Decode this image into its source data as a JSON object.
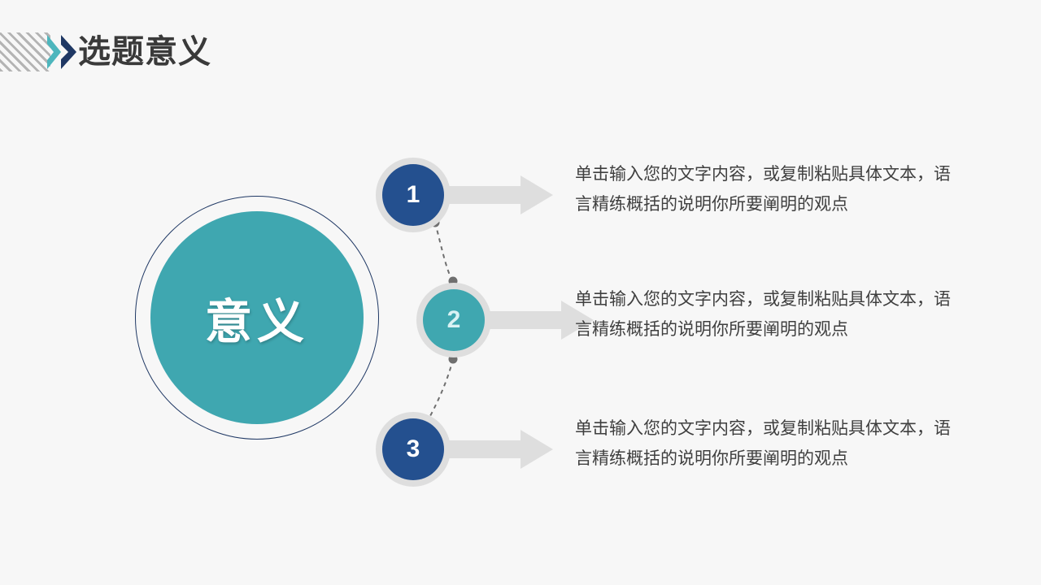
{
  "slide": {
    "background_color": "#f7f7f7",
    "header": {
      "title": "选题意义",
      "title_color": "#3a3a3a",
      "hatch_icon": "diagonal-hatch-stripes",
      "chevron_teal_color": "#4db6bd",
      "chevron_navy_color": "#1f3864"
    },
    "hero": {
      "label": "意义",
      "fill_color": "#3fa7b0",
      "ring_color": "#1f3864",
      "text_color": "#ffffff"
    },
    "rows": [
      {
        "number": "1",
        "badge_color": "#24508f",
        "badge_number_color": "#ffffff",
        "badge_style": "navy",
        "arrow_color": "#dedede",
        "text": "单击输入您的文字内容，或复制粘贴具体文本，语言精练概括的说明你所要阐明的观点"
      },
      {
        "number": "2",
        "badge_color": "#3fa7b0",
        "badge_number_color": "#d9f2f4",
        "badge_style": "teal",
        "arrow_color": "#dedede",
        "text": "单击输入您的文字内容，或复制粘贴具体文本，语言精练概括的说明你所要阐明的观点"
      },
      {
        "number": "3",
        "badge_color": "#24508f",
        "badge_number_color": "#ffffff",
        "badge_style": "navy",
        "arrow_color": "#dedede",
        "text": "单击输入您的文字内容，或复制粘贴具体文本，语言精练概括的说明你所要阐明的观点"
      }
    ],
    "connectors": {
      "line_color": "#6f6f6f",
      "dot_color": "#6f6f6f",
      "style": "dashed"
    }
  }
}
